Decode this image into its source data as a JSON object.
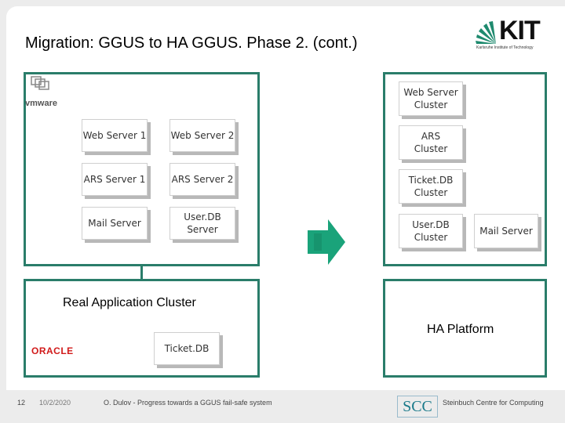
{
  "slide": {
    "title": "Migration: GGUS to HA GGUS. Phase 2. (cont.)",
    "logo": {
      "name": "KIT",
      "subtitle": "Karlsruhe Institute of Technology"
    }
  },
  "left_cluster": {
    "vendor": "vmware",
    "servers": [
      "Web Server 1",
      "Web Server 2",
      "ARS Server 1",
      "ARS Server 2",
      "Mail Server",
      "User.DB\nServer"
    ]
  },
  "rac": {
    "label": "Real Application Cluster",
    "vendor": "ORACLE",
    "db": "Ticket.DB"
  },
  "right_cluster": {
    "clusters": [
      "Web Server\nCluster",
      "ARS\nCluster",
      "Ticket.DB\nCluster",
      "User.DB\nCluster"
    ],
    "mail": "Mail Server"
  },
  "ha": {
    "label": "HA Platform"
  },
  "footer": {
    "page": "12",
    "date": "10/2/2020",
    "author_talk": "O. Dulov - Progress towards a GGUS fail-safe system",
    "scc": "SCC",
    "centre": "Steinbuch Centre for Computing"
  },
  "colors": {
    "teal": "#2a7d6a",
    "arrow": "#1aa37a",
    "oracle_red": "#d11a1a"
  }
}
